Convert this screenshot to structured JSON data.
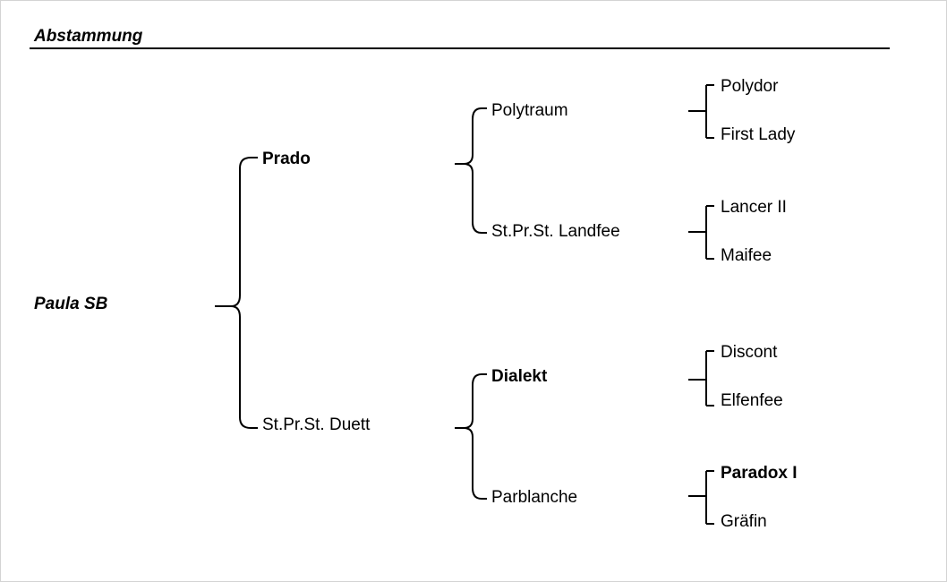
{
  "heading": "Abstammung",
  "pedigree": {
    "subject": {
      "name": "Paula SB",
      "bold": true,
      "italic": true
    },
    "parents": [
      {
        "name": "Prado",
        "bold": true,
        "role": "sire"
      },
      {
        "name": "St.Pr.St. Duett",
        "bold": false,
        "role": "dam"
      }
    ],
    "grandparents": [
      {
        "name": "Polytraum",
        "bold": false
      },
      {
        "name": "St.Pr.St. Landfee",
        "bold": false
      },
      {
        "name": "Dialekt",
        "bold": true
      },
      {
        "name": "Parblanche",
        "bold": false
      }
    ],
    "great_grandparents": [
      {
        "name": "Polydor",
        "bold": false
      },
      {
        "name": "First Lady",
        "bold": false
      },
      {
        "name": "Lancer II",
        "bold": false
      },
      {
        "name": "Maifee",
        "bold": false
      },
      {
        "name": "Discont",
        "bold": false
      },
      {
        "name": "Elfenfee",
        "bold": false
      },
      {
        "name": "Paradox I",
        "bold": true
      },
      {
        "name": "Gräfin",
        "bold": false
      }
    ]
  }
}
